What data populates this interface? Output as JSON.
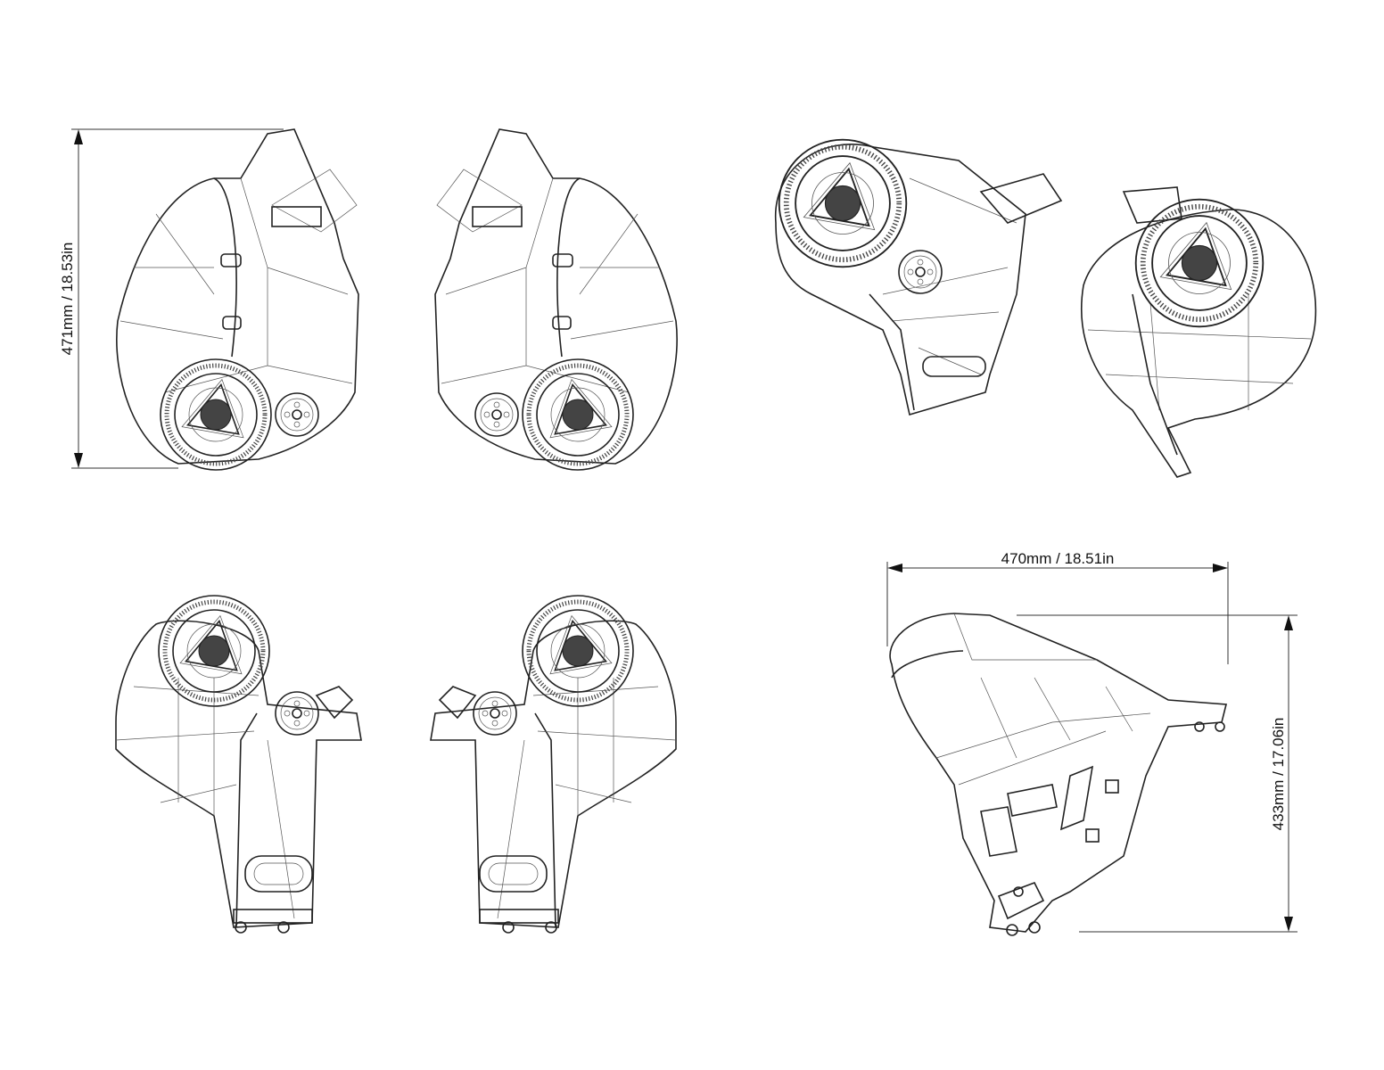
{
  "dimensions": {
    "height_front": "471mm / 18.53in",
    "width_side": "470mm / 18.51in",
    "height_side": "433mm / 17.06in"
  },
  "colors": {
    "line": "#222222",
    "background": "#ffffff"
  }
}
